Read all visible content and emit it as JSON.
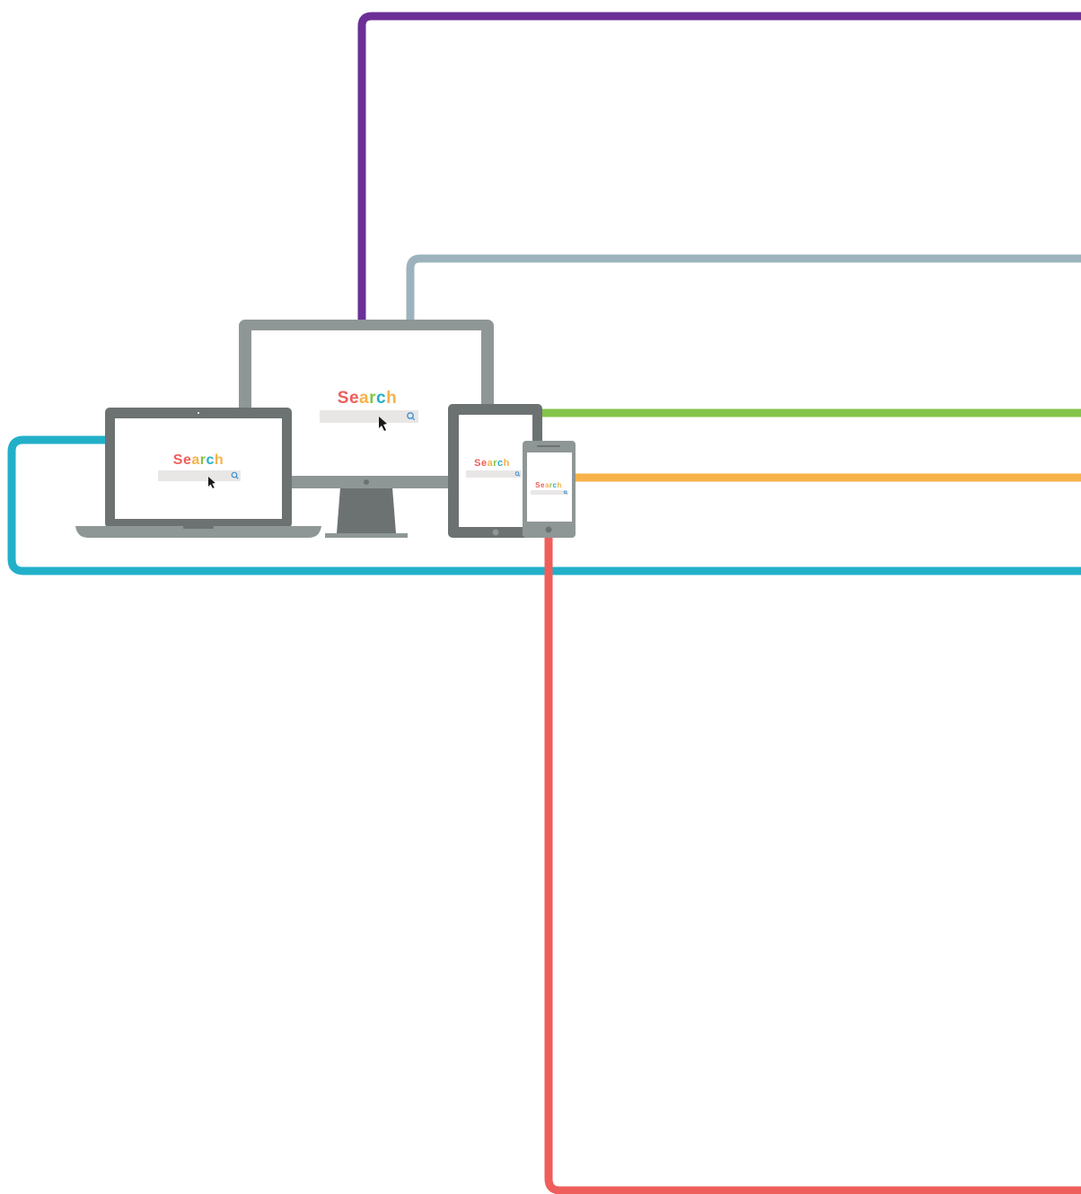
{
  "colors": {
    "purple": "#6b2f96",
    "gray_blue": "#9cb3bd",
    "green": "#84c44a",
    "orange": "#f7b24a",
    "cyan": "#22b0c9",
    "red": "#ee5e5b",
    "device_dark": "#6c7272",
    "device_light": "#8f9696",
    "search_bar": "#e9e6e6",
    "search_icon": "#3a8fd0"
  },
  "search_word_colors": [
    "#ee5e5b",
    "#ee5e5b",
    "#f7b24a",
    "#84c44a",
    "#22b0c9",
    "#f7b24a"
  ],
  "devices": {
    "monitor": {
      "search_text": "Search",
      "icon": "magnifier-icon"
    },
    "laptop": {
      "search_text": "Search",
      "icon": "magnifier-icon"
    },
    "tablet": {
      "search_text": "Search",
      "icon": "magnifier-icon"
    },
    "phone": {
      "search_text": "Search",
      "icon": "magnifier-icon"
    }
  },
  "connectors": [
    {
      "name": "purple-connector",
      "color": "purple",
      "from": "monitor"
    },
    {
      "name": "gray-blue-connector",
      "color": "gray_blue",
      "from": "monitor"
    },
    {
      "name": "green-connector",
      "color": "green",
      "from": "tablet"
    },
    {
      "name": "orange-connector",
      "color": "orange",
      "from": "phone"
    },
    {
      "name": "cyan-connector",
      "color": "cyan",
      "from": "laptop"
    },
    {
      "name": "red-connector",
      "color": "red",
      "from": "phone"
    }
  ]
}
